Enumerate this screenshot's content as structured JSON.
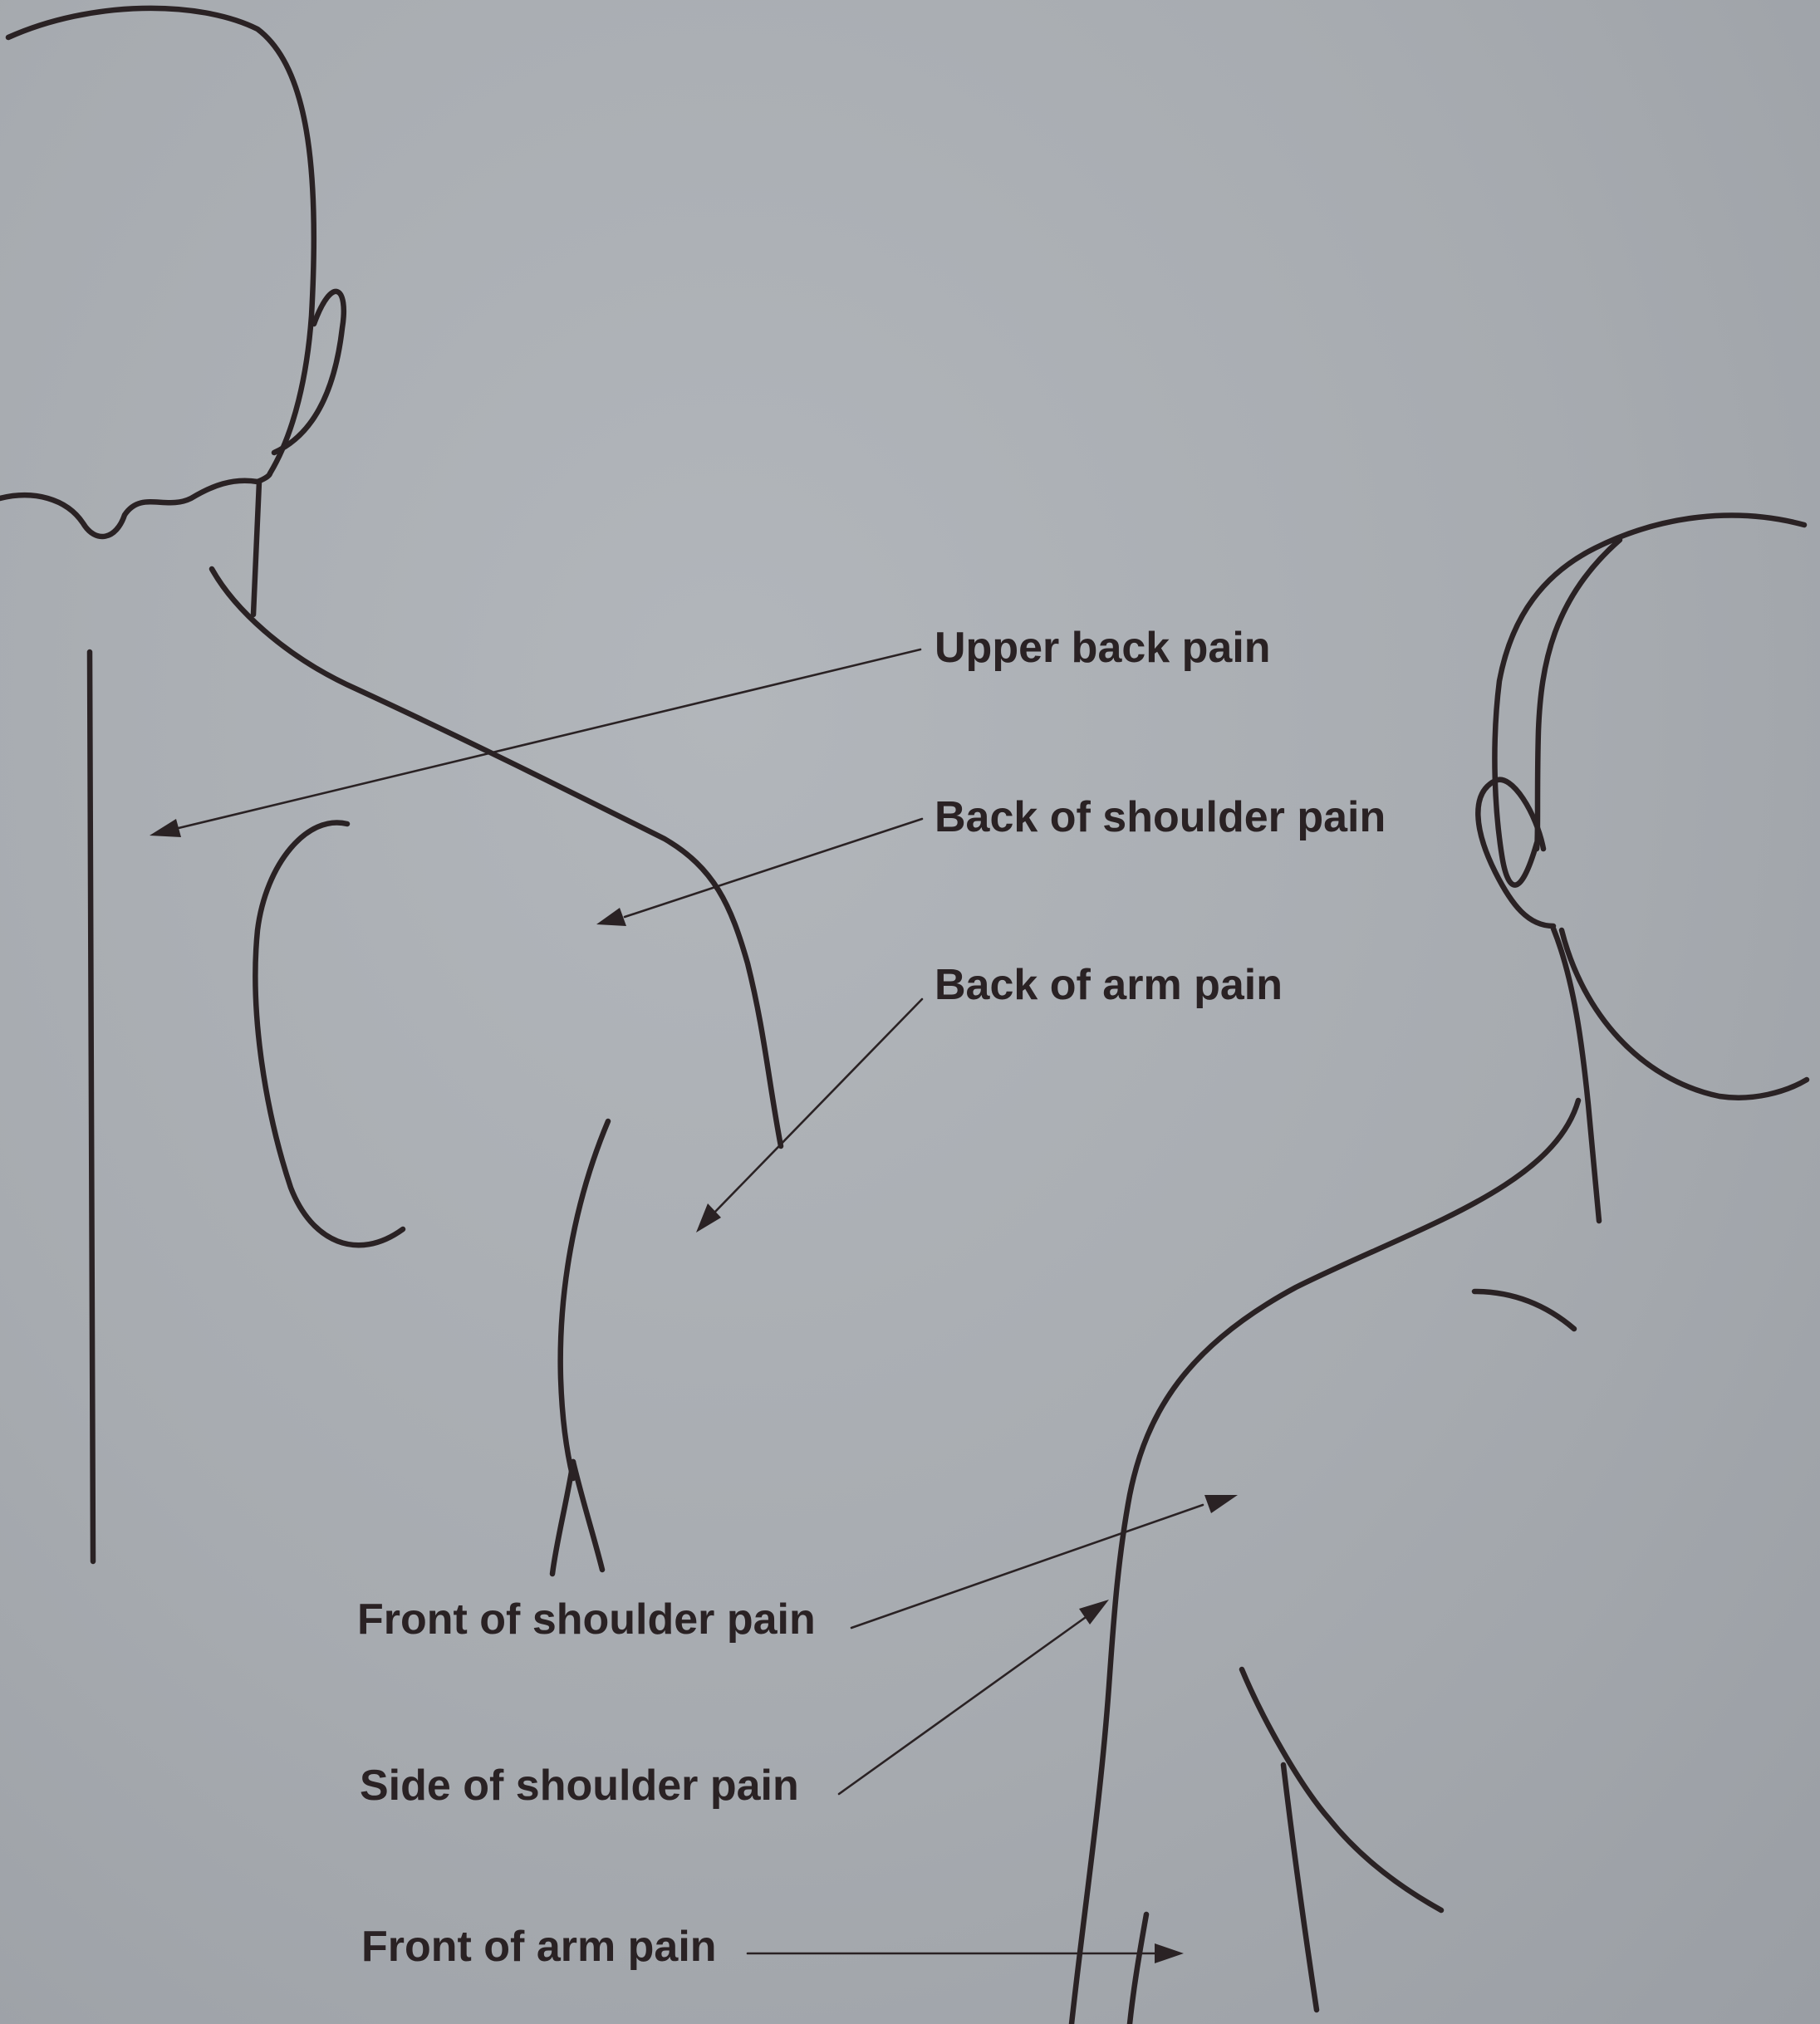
{
  "labels": {
    "upper_back": "Upper back pain",
    "back_of_shoulder": "Back of shoulder pain",
    "back_of_arm": "Back of arm pain",
    "front_of_shoulder": "Front of shoulder pain",
    "side_of_shoulder": "Side of shoulder pain",
    "front_of_arm": "Front of arm pain"
  },
  "colors": {
    "background": "#a4a8ad",
    "ink": "#2a2224"
  }
}
